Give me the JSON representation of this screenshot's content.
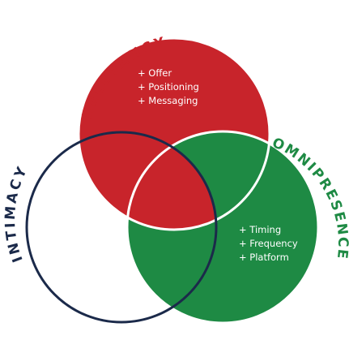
{
  "colors": {
    "relevancy": "#c8242b",
    "omnipresence": "#1e8a44",
    "intimacy_fill": "#ffffff",
    "outline": "#1b2a4a",
    "item_text": "#ffffff"
  },
  "relevancy": {
    "label": "RELEVANCY",
    "items": [
      "+ Offer",
      "+ Positioning",
      "+ Messaging"
    ]
  },
  "omnipresence": {
    "label": "OMNIPRESENCE",
    "items": [
      "+ Timing",
      "+ Frequency",
      "+ Platform"
    ]
  },
  "intimacy": {
    "label": "INTIMACY"
  }
}
